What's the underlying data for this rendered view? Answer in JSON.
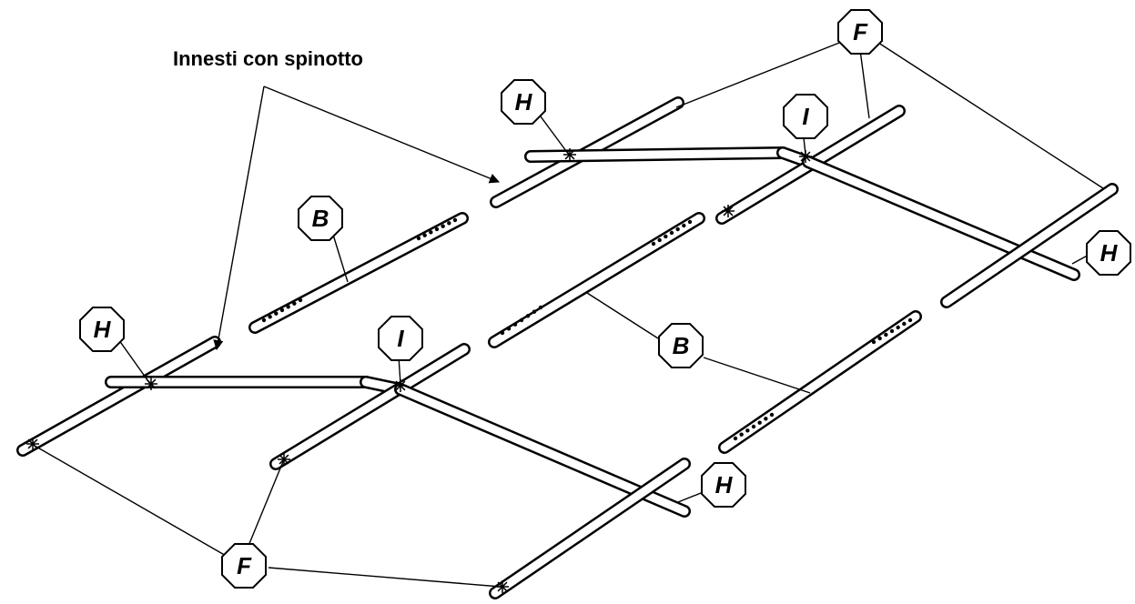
{
  "annotation": {
    "plug_joints_label": "Innesti con spinotto"
  },
  "part_labels": {
    "F": "F",
    "H": "H",
    "I": "I",
    "B": "B"
  },
  "colors": {
    "line": "#000000",
    "background": "#ffffff"
  }
}
